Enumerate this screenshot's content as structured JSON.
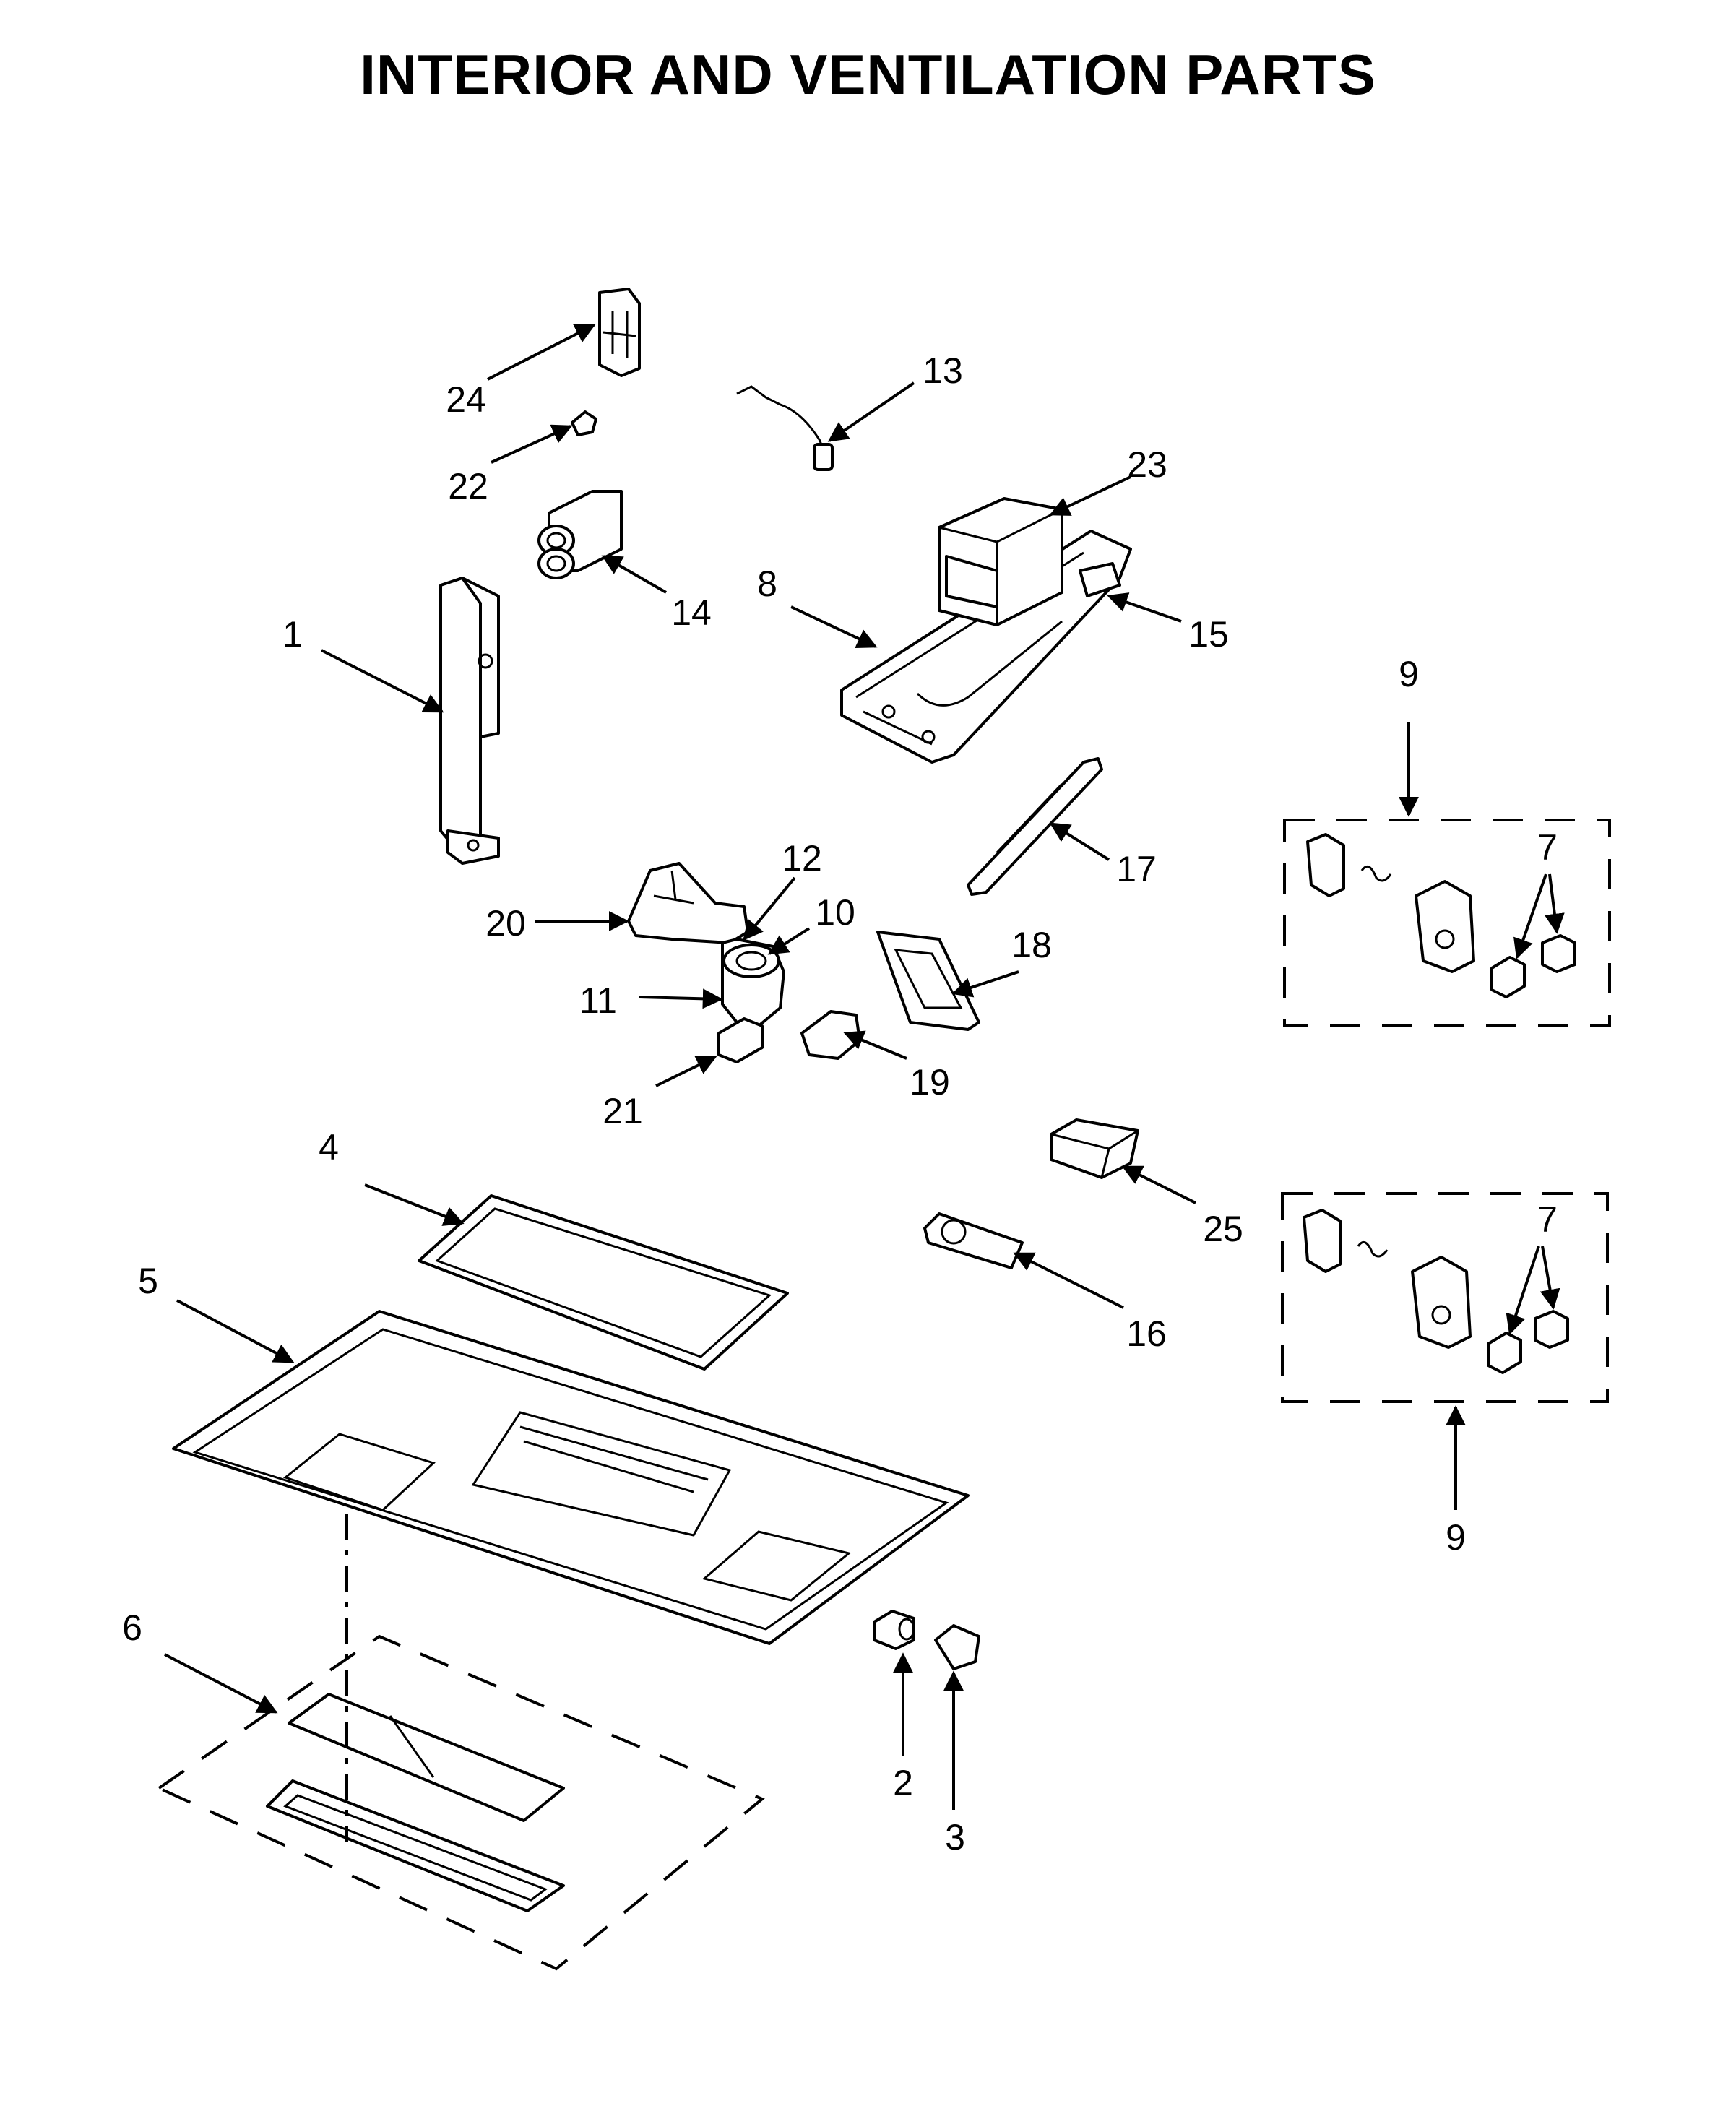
{
  "title": "INTERIOR AND VENTILATION PARTS",
  "callouts": {
    "c1": "1",
    "c2": "2",
    "c3": "3",
    "c4": "4",
    "c5": "5",
    "c6": "6",
    "c7a": "7",
    "c7b": "7",
    "c8": "8",
    "c9a": "9",
    "c9b": "9",
    "c10": "10",
    "c11": "11",
    "c12": "12",
    "c13": "13",
    "c14": "14",
    "c15": "15",
    "c16": "16",
    "c17": "17",
    "c18": "18",
    "c19": "19",
    "c20": "20",
    "c21": "21",
    "c22": "22",
    "c23": "23",
    "c24": "24",
    "c25": "25"
  }
}
